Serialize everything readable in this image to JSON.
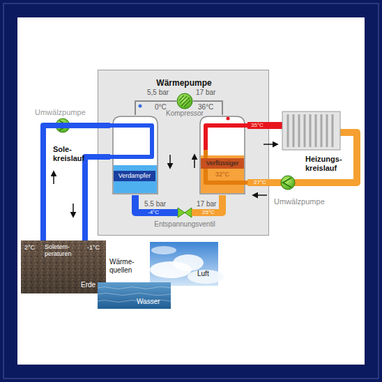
{
  "diagram": {
    "nodes": [
      {
        "text": [
          "Wärmepumpe"
        ]
      },
      {
        "text": [
          "Kompressor"
        ],
        "in": 0
      },
      {
        "text": [
          "Verdampfer"
        ],
        "in": 0
      },
      {
        "text": [
          "Verflüssiger",
          "32°C"
        ],
        "in": 0
      },
      {
        "text": [
          "Entspannungsventil"
        ],
        "in": 0
      },
      {
        "text": [
          "Erde"
        ]
      },
      {
        "text": [
          "Luft"
        ]
      },
      {
        "text": [
          "Wasser"
        ]
      }
    ],
    "edges": [
      {
        "from": 2,
        "to": 1,
        "arrow": "none"
      },
      {
        "from": 1,
        "to": 3,
        "arrow": "none"
      },
      {
        "from": 3,
        "to": 4,
        "arrow": "none"
      },
      {
        "from": 4,
        "to": 2,
        "arrow": "none"
      },
      {
        "from": 5,
        "to": 2,
        "arrow": "none"
      },
      {
        "from": 2,
        "to": 5,
        "arrow": "none"
      }
    ],
    "labels": [
      "5,5 bar",
      "0°C",
      "17 bar",
      "36°C",
      "5.5 bar",
      "-4°C",
      "17 bar",
      "25°C",
      "35°C",
      "27°C",
      "Umwälzpumpe",
      "Sole- kreislauf",
      "Heizungs- kreislauf",
      "Umwälzpumpe",
      "2°C",
      "Soletem- peraturen",
      "-1°C",
      "Wärme- quellen"
    ]
  }
}
